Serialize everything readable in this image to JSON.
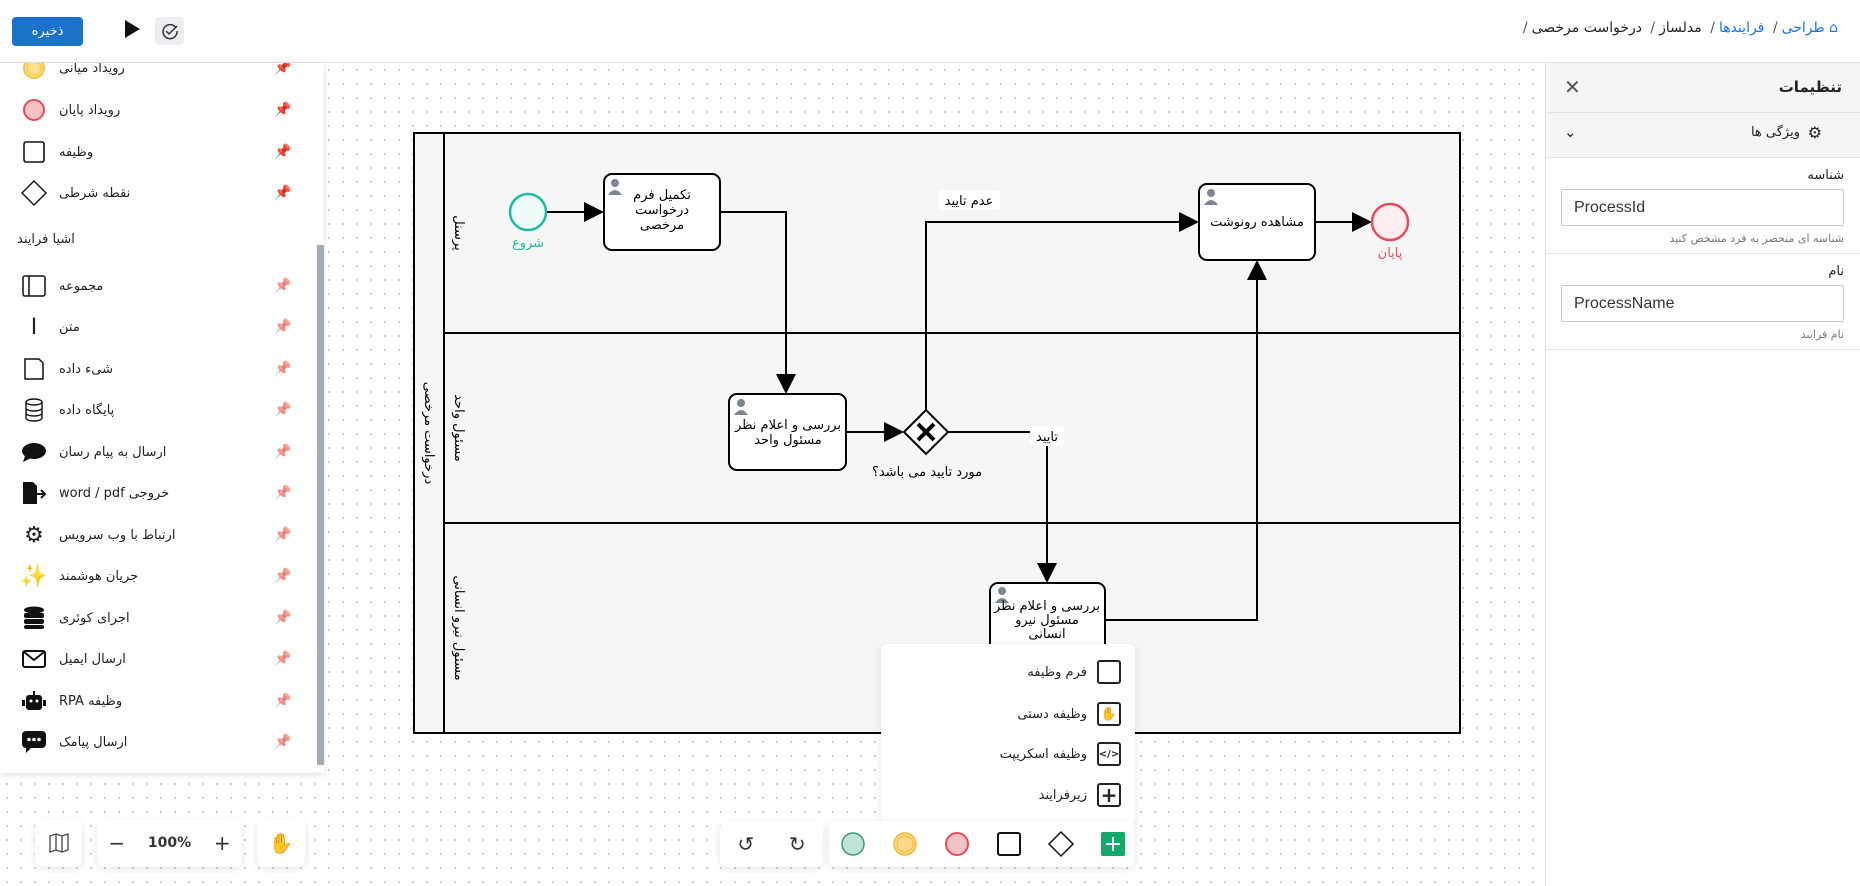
{
  "header": {
    "save_label": "ذخیره",
    "breadcrumb": [
      {
        "label": "طراحی",
        "link": true
      },
      {
        "label": "فرایندها",
        "link": true
      },
      {
        "label": "مدلساز",
        "link": false
      },
      {
        "label": "درخواست مرخصی",
        "link": false
      }
    ],
    "separator": "/"
  },
  "palette": {
    "items_top": [
      {
        "label": "رویداد میانی",
        "icon": "intermediate-event-icon"
      },
      {
        "label": "رویداد پایان",
        "icon": "end-event-icon"
      },
      {
        "label": "وظیفه",
        "icon": "task-icon"
      },
      {
        "label": "نقطه شرطی",
        "icon": "gateway-icon"
      }
    ],
    "section_title": "اشیا فرایند",
    "items": [
      {
        "label": "مجموعه",
        "icon": "group-icon"
      },
      {
        "label": "متن",
        "icon": "text-cursor-icon"
      },
      {
        "label": "شیء داده",
        "icon": "data-object-icon"
      },
      {
        "label": "پایگاه داده",
        "icon": "database-icon"
      },
      {
        "label": "ارسال به پیام رسان",
        "icon": "chat-bubble-icon"
      },
      {
        "label": "خروجی word / pdf",
        "icon": "file-export-icon"
      },
      {
        "label": "ارتباط با وب سرویس",
        "icon": "gear-icon"
      },
      {
        "label": "جریان هوشمند",
        "icon": "magic-wand-icon"
      },
      {
        "label": "اجرای کوئری",
        "icon": "database-solid-icon"
      },
      {
        "label": "ارسال ایمیل",
        "icon": "envelope-icon"
      },
      {
        "label": "وظیفه RPA",
        "icon": "robot-icon"
      },
      {
        "label": "ارسال پیامک",
        "icon": "sms-icon"
      }
    ]
  },
  "diagram": {
    "pool": "درخواست مرخصی",
    "lanes": [
      "پرسنل",
      "مسئول واحد",
      "مسئول نیرو انسانی"
    ],
    "start": "شروع",
    "end": "پایان",
    "task1": [
      "تکمیل فرم",
      "درخواست",
      "مرخصی"
    ],
    "task2": [
      "بررسی و اعلام نظر",
      "مسئول واحد"
    ],
    "task3": [
      "بررسی و اعلام نظر",
      "مسئول نیرو",
      "انسانی"
    ],
    "task4": [
      "مشاهده رونوشت"
    ],
    "gateway": "مورد تایید می باشد؟",
    "reject": "عدم تایید",
    "approve": "تایید",
    "colors": {
      "start": "#1abc9c",
      "end": "#e84a5f"
    }
  },
  "popup": {
    "items": [
      {
        "label": "فرم وظیفه",
        "icon": "form-task-icon"
      },
      {
        "label": "وظیفه دستی",
        "icon": "manual-task-icon"
      },
      {
        "label": "وظیفه اسکریپت",
        "icon": "script-task-icon"
      },
      {
        "label": "زیرفرایند",
        "icon": "subprocess-icon"
      }
    ]
  },
  "zoom": {
    "level": "100%"
  },
  "settings": {
    "title": "تنظیمات",
    "section": "ویژگی ها",
    "fields": [
      {
        "label": "شناسه",
        "value": "ProcessId",
        "hint": "شناسه ای منحصر به فرد مشخص کنید"
      },
      {
        "label": "نام",
        "value": "ProcessName",
        "hint": "نام فرایند"
      }
    ]
  }
}
